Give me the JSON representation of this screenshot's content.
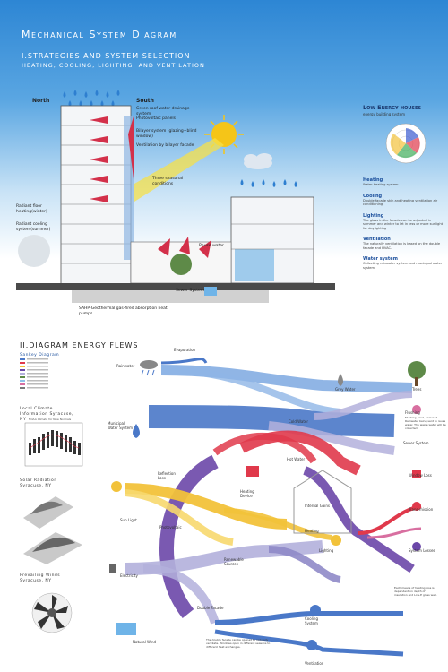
{
  "header": {
    "title": "Mechanical System Diagram",
    "section1": "I.STRATEGIES AND SYSTEM SELECTION",
    "section1_sub": "HEATING, COOLING, LIGHTING, AND VENTILATION"
  },
  "building": {
    "north": "North",
    "south": "South",
    "roof": "Green roof water drainage system",
    "pv": "Photovoltaic panels",
    "bilayer": "Bilayer system (glazing+blind window)",
    "vent": "Ventilation by bilayer facade",
    "three": "Three seasonal conditions",
    "radiant_floor": "Radiant floor heating(winter)",
    "radiant_cool": "Radiant cooling system(summer)",
    "reuse": "Reuse water",
    "sewer": "Sewer System",
    "sahp": "SAHP-Geothermal gas-fired absorption heat pumps"
  },
  "right_panel": {
    "title": "Low Energy houses",
    "subtitle": "energy building system",
    "items": [
      {
        "title": "Heating",
        "desc": "Water heating system"
      },
      {
        "title": "Cooling",
        "desc": "Double facade skin and heating ventilation air conditioning"
      },
      {
        "title": "Lighting",
        "desc": "The glass in the facade can be adjusted in summer and winter to let in less or more sunlight for daylighting"
      },
      {
        "title": "Ventilation",
        "desc": "The naturally ventilation is based on the double facade and HVAC."
      },
      {
        "title": "Water system",
        "desc": "Collecting rainwater system and municipal water system."
      }
    ]
  },
  "section2": {
    "title": "II.DIAGRAM ENERGY FLEWS",
    "sankey": "Sankey Diagram",
    "climate": "Local Climate Information Syracuse, NY",
    "climate_chart": "NOAA Climate for New Normals",
    "solar": "Solar Radiation Syracuse, NY",
    "winds": "Prevailing Winds Syracuse, NY"
  },
  "flows": {
    "evaporation": "Evaporation",
    "rainwater": "Rainwater",
    "grey": "Grey Water",
    "trees": "Trees",
    "municipal": "Municipal Water System",
    "cold": "Cold Water",
    "flushing": "Flushing",
    "flushing_desc": "Flushing, land, and road. Rainwater being sent to reuse water. The waste water will be collected.",
    "hot": "Hot Water",
    "sewer": "Sewer System",
    "reflection": "Reflection Loss",
    "heating_device": "Heating Device",
    "internal": "Internal Gains",
    "window": "Window Loss",
    "sun": "Sun Light",
    "photovoltaic": "Photovoltaic",
    "heating": "Heating",
    "transmission": "Trans-mission",
    "electricity": "Electricity",
    "renewable": "Renewable Sources",
    "lighting": "Lighting",
    "system": "System Losses",
    "system_desc": "Each means of heating loss is dependent on depth of insulation and Low-E glass wall.",
    "natural": "Natural Wind",
    "double": "Double Facade",
    "double_desc": "The double facade can be opened to naturally ventilate. Windows open in different seasons to different heat exchanges.",
    "cooling": "Cooling System",
    "ventilation": "Ventilation"
  },
  "colors": {
    "sky": "#2d86d4",
    "water": "#4a78c8",
    "hot": "#e0394b",
    "sun": "#f2c23a",
    "purple": "#6b47a8",
    "lavender": "#b3b0dc"
  }
}
